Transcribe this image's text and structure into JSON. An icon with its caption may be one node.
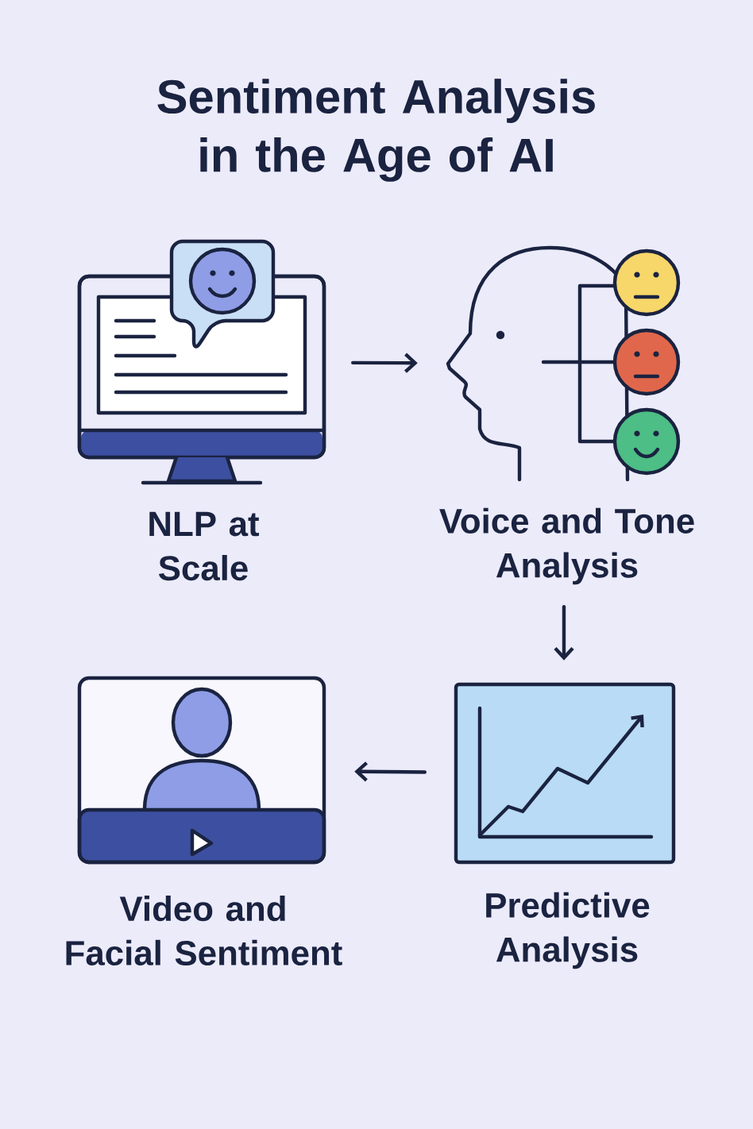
{
  "diagram": {
    "title": "Sentiment Analysis in the Age of AI",
    "nodes": [
      {
        "text": [
          "NLP at Scale"
        ]
      },
      {
        "text": [
          "Voice and Tone Analysis"
        ]
      },
      {
        "text": [
          "Video and Facial Sentiment"
        ]
      },
      {
        "text": [
          "Predictive Analysis"
        ]
      }
    ],
    "edges": [
      {
        "from": 0,
        "to": 1,
        "arrow": "to"
      },
      {
        "from": 1,
        "to": 3,
        "arrow": "to"
      },
      {
        "from": 3,
        "to": 2,
        "arrow": "to"
      }
    ]
  }
}
